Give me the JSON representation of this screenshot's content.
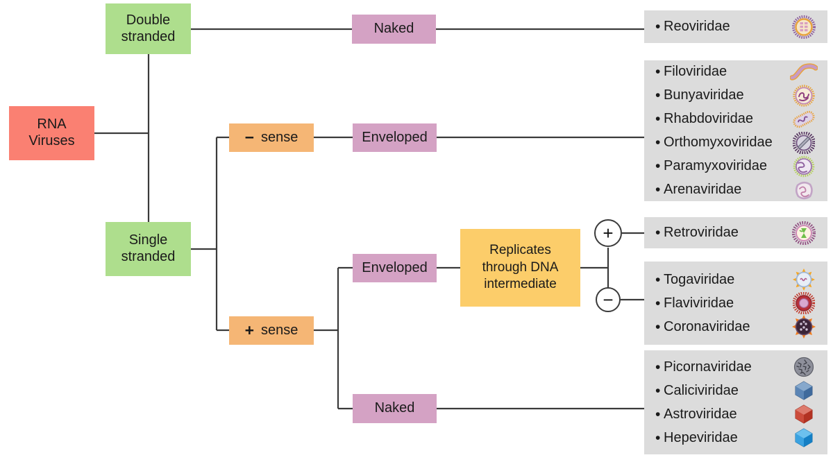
{
  "title": "RNA Viruses classification flowchart",
  "colors": {
    "root": "#FA8072",
    "strand": "#AEDE8D",
    "envelope": "#D4A2C4",
    "sense": "#F5B675",
    "replicate": "#FCCD6A",
    "panel": "#DCDCDC",
    "line": "#3a3a3a",
    "text": "#1a1a1a",
    "background": "#FFFFFF"
  },
  "nodes": {
    "root": {
      "label": "RNA\nViruses"
    },
    "double_stranded": {
      "label": "Double\nstranded"
    },
    "single_stranded": {
      "label": "Single\nstranded"
    },
    "ds_naked": {
      "label": "Naked"
    },
    "neg_sense": {
      "sign": "−",
      "label": "sense"
    },
    "pos_sense": {
      "sign": "+",
      "label": "sense"
    },
    "neg_enveloped": {
      "label": "Enveloped"
    },
    "pos_enveloped": {
      "label": "Enveloped"
    },
    "pos_naked": {
      "label": "Naked"
    },
    "replicates": {
      "label": "Replicates\nthrough DNA\nintermediate"
    },
    "plus_circle": {
      "label": "+"
    },
    "minus_circle": {
      "label": "−"
    }
  },
  "panels": [
    {
      "id": "panel-ds-naked",
      "families": [
        {
          "name": "Reoviridae",
          "icon": "reovirus-icon"
        }
      ]
    },
    {
      "id": "panel-neg-enveloped",
      "families": [
        {
          "name": "Filoviridae",
          "icon": "filovirus-icon"
        },
        {
          "name": "Bunyaviridae",
          "icon": "bunyavirus-icon"
        },
        {
          "name": "Rhabdoviridae",
          "icon": "rhabdovirus-icon"
        },
        {
          "name": "Orthomyxoviridae",
          "icon": "orthomyxovirus-icon"
        },
        {
          "name": "Paramyxoviridae",
          "icon": "paramyxovirus-icon"
        },
        {
          "name": "Arenaviridae",
          "icon": "arenavirus-icon"
        }
      ]
    },
    {
      "id": "panel-retro",
      "families": [
        {
          "name": "Retroviridae",
          "icon": "retrovirus-icon"
        }
      ]
    },
    {
      "id": "panel-pos-enveloped",
      "families": [
        {
          "name": "Togaviridae",
          "icon": "togavirus-icon"
        },
        {
          "name": "Flaviviridae",
          "icon": "flavivirus-icon"
        },
        {
          "name": "Coronaviridae",
          "icon": "coronavirus-icon"
        }
      ]
    },
    {
      "id": "panel-pos-naked",
      "families": [
        {
          "name": "Picornaviridae",
          "icon": "picornavirus-icon"
        },
        {
          "name": "Caliciviridae",
          "icon": "calicivirus-icon"
        },
        {
          "name": "Astroviridae",
          "icon": "astrovirus-icon"
        },
        {
          "name": "Hepeviridae",
          "icon": "hepevirus-icon"
        }
      ]
    }
  ]
}
